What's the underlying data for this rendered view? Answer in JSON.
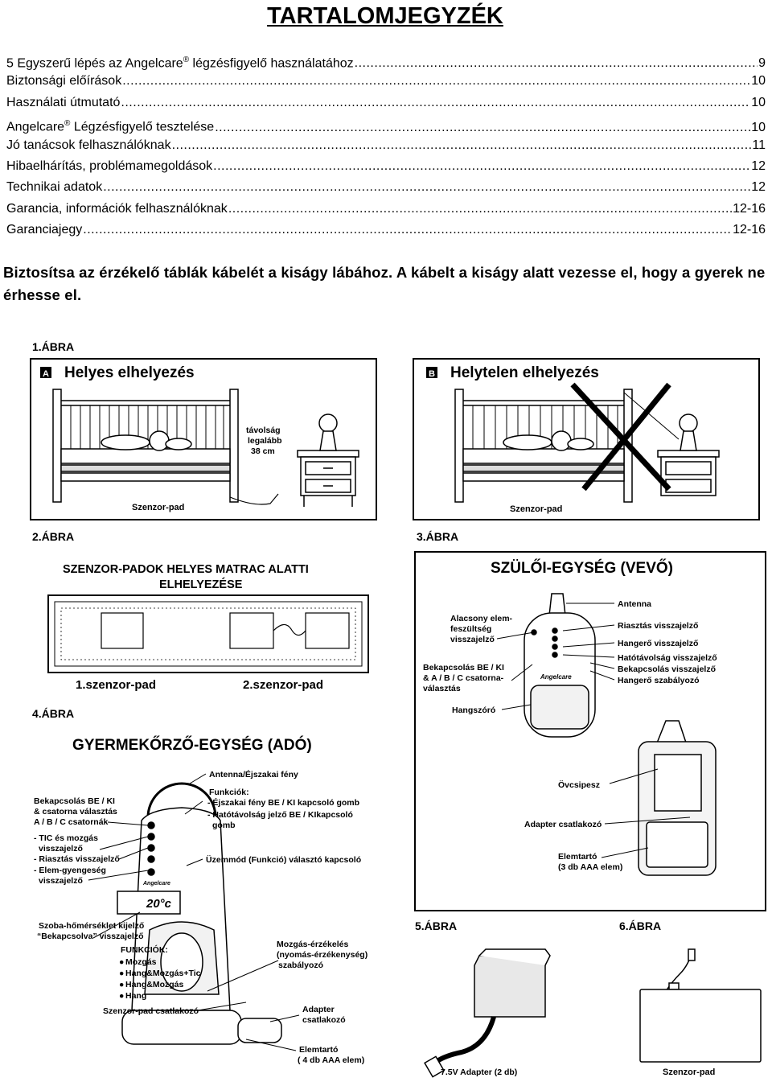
{
  "title": "TARTALOMJEGYZÉK",
  "toc": [
    {
      "text_a": "5 Egyszerű lépés az Angelcare",
      "sup": "®",
      "text_b": " légzésfigyelő használatához",
      "page": "9"
    },
    {
      "text_a": "Biztonsági előírások",
      "sup": "",
      "text_b": "",
      "page": "10"
    },
    {
      "text_a": "Használati útmutató",
      "sup": "",
      "text_b": "",
      "page": "10"
    },
    {
      "text_a": "Angelcare",
      "sup": "®",
      "text_b": " Légzésfigyelő tesztelése",
      "page": "10"
    },
    {
      "text_a": "Jó tanácsok felhasználóknak",
      "sup": "",
      "text_b": "",
      "page": "11"
    },
    {
      "text_a": "Hibaelhárítás, problémamegoldások",
      "sup": "",
      "text_b": "",
      "page": "12"
    },
    {
      "text_a": "Technikai adatok",
      "sup": "",
      "text_b": "",
      "page": "12"
    },
    {
      "text_a": "Garancia, információk felhasználóknak",
      "sup": "",
      "text_b": "",
      "page": "12-16"
    },
    {
      "text_a": "Garanciajegy",
      "sup": "",
      "text_b": "",
      "page": "12-16"
    }
  ],
  "intro": "Biztosítsa az érzékelő táblák kábelét a kiságy lábához. A kábelt a kiságy alatt vezesse el, hogy a gyerek ne érhesse el.",
  "fig1": {
    "label": "1.ÁBRA",
    "panel_a": {
      "letter": "A",
      "title": "Helyes elhelyezés",
      "dist1": "távolság",
      "dist2": "legalább",
      "dist3": "38 cm",
      "pad": "Szenzor-pad"
    },
    "panel_b": {
      "letter": "B",
      "title": "Helytelen elhelyezés",
      "pad": "Szenzor-pad"
    }
  },
  "fig2": {
    "label": "2.ÁBRA",
    "title1": "SZENZOR-PADOK HELYES MATRAC ALATTI",
    "title2": "ELHELYEZÉSE",
    "pad1": "1.szenzor-pad",
    "pad2": "2.szenzor-pad"
  },
  "fig3": {
    "label": "3.ÁBRA",
    "title": "SZÜLŐI-EGYSÉG (VEVŐ)",
    "left": {
      "low1": "Alacsony elem-",
      "low2": "feszültség",
      "low3": "visszajelző",
      "onoff1": "Bekapcsolás BE / KI",
      "onoff2": "& A / B / C csatorna-",
      "onoff3": "választás",
      "speaker": "Hangszóró"
    },
    "right": {
      "antenna": "Antenna",
      "alarm": "Riasztás visszajelző",
      "volume_ind": "Hangerő visszajelző",
      "range": "Hatótávolság visszajelző",
      "power": "Bekapcsolás visszajelző",
      "volume_ctl": "Hangerő szabályozó"
    },
    "brand": "Angelcare",
    "back": {
      "clip": "Övcsipesz",
      "adapter": "Adapter csatlakozó",
      "batt1": "Elemtartó",
      "batt2": "(3 db AAA elem)"
    }
  },
  "fig4": {
    "label": "4.ÁBRA",
    "title": "GYERMEKŐRZŐ-EGYSÉG (ADÓ)",
    "antenna": "Antenna/Éjszakai fény",
    "functions_h": "Funkciók:",
    "func1": "- Éjszakai fény BE / KI kapcsoló gomb",
    "func2a": "- Hatótávolság jelző BE / KIkapcsoló",
    "func2b": "gomb",
    "mode": "Üzemmód (Funkció) választó kapcsoló",
    "onoff1": "Bekapcsolás BE / KI",
    "onoff2": "& csatorna választás",
    "onoff3": "A / B / C csatornák",
    "tic1": "- TIC és mozgás",
    "tic2": "visszajelző",
    "alarm": "- Riasztás visszajelző",
    "lowbatt1": "- Elem-gyengeség",
    "lowbatt2": "visszajelző",
    "temp1": "Szoba-hőmérséklet kijelző",
    "temp2": "“Bekapcsolva” visszajelző",
    "funk_h": "FUNKCIÓK:",
    "funk": [
      "Mozgás",
      "Hang&Mozgás+Tic",
      "Hang&Mozgás",
      "Hang"
    ],
    "pad_conn": "Szenzor-pad csatlakozó",
    "motion1": "Mozgás-érzékelés",
    "motion2": "(nyomás-érzékenység)",
    "motion3": "szabályozó",
    "adapter1": "Adapter",
    "adapter2": "csatlakozó",
    "batt1": "Elemtartó",
    "batt2": "( 4 db AAA elem)",
    "display": "20°c"
  },
  "fig5": {
    "label": "5.ÁBRA",
    "caption": "7.5V Adapter (2 db)"
  },
  "fig6": {
    "label": "6.ÁBRA",
    "caption": "Szenzor-pad"
  }
}
